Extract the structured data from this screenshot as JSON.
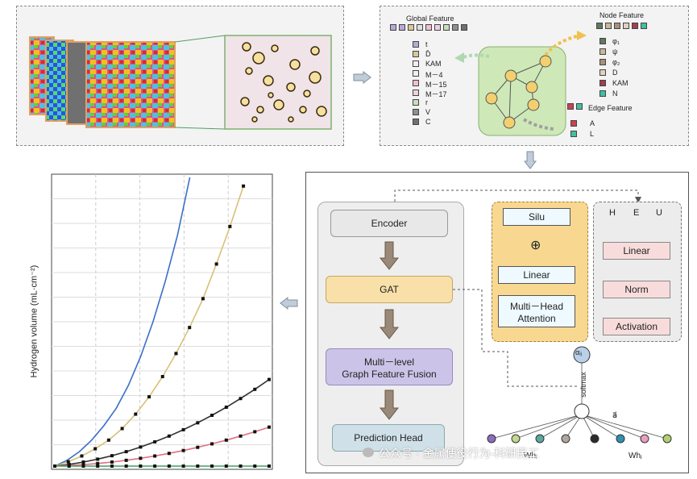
{
  "global_feature": {
    "title": "Global Feature",
    "items": [
      {
        "label": "t",
        "color": "#b8a8d8"
      },
      {
        "label": "D̄",
        "color": "#d8c898"
      },
      {
        "label": "KAM",
        "color": "#f0f0f0"
      },
      {
        "label": "M－4",
        "color": "#f0f0f0"
      },
      {
        "label": "M－15",
        "color": "#f0c0d0"
      },
      {
        "label": "M－17",
        "color": "#f0d0e0"
      },
      {
        "label": "r",
        "color": "#c8e0b8"
      },
      {
        "label": "V",
        "color": "#909090"
      },
      {
        "label": "C",
        "color": "#707070"
      }
    ]
  },
  "node_feature": {
    "title": "Node Feature",
    "items": [
      {
        "label": "φ₁",
        "color": "#607860"
      },
      {
        "label": "ψ",
        "color": "#c8b898"
      },
      {
        "label": "φ₂",
        "color": "#a89078"
      },
      {
        "label": "D",
        "color": "#e0d0c0"
      },
      {
        "label": "KAM",
        "color": "#a04050"
      },
      {
        "label": "N",
        "color": "#40c0a0"
      }
    ]
  },
  "edge_feature": {
    "title": "Edge Feature",
    "items": [
      {
        "label": "A",
        "color": "#d04050"
      },
      {
        "label": "L",
        "color": "#40c0a0"
      }
    ]
  },
  "chart": {
    "ylabel": "Hydrogen volume (mL·cm⁻²)"
  },
  "chart_data": {
    "type": "line",
    "ylabel": "Hydrogen volume (mL·cm⁻²)",
    "xlabel": "",
    "grid": true,
    "series": [
      {
        "color": "#3a6fc8",
        "markers": false,
        "values": [
          0,
          0.02,
          0.05,
          0.09,
          0.14,
          0.2,
          0.28,
          0.38,
          0.5,
          0.64,
          0.8,
          1.0
        ]
      },
      {
        "color": "#d8c078",
        "markers": true,
        "values": [
          0,
          0.015,
          0.035,
          0.06,
          0.09,
          0.13,
          0.18,
          0.24,
          0.31,
          0.39,
          0.48,
          0.58,
          0.7,
          0.83,
          0.97
        ]
      },
      {
        "color": "#303030",
        "markers": true,
        "values": [
          0,
          0.006,
          0.014,
          0.024,
          0.036,
          0.05,
          0.066,
          0.084,
          0.104,
          0.126,
          0.15,
          0.176,
          0.204,
          0.234,
          0.266,
          0.3
        ]
      },
      {
        "color": "#e07080",
        "markers": true,
        "values": [
          0,
          0.002,
          0.005,
          0.009,
          0.014,
          0.02,
          0.027,
          0.035,
          0.044,
          0.054,
          0.065,
          0.077,
          0.09,
          0.104,
          0.119,
          0.135
        ]
      },
      {
        "color": "#40a060",
        "markers": true,
        "values": [
          0,
          0,
          0,
          0,
          0,
          0,
          0,
          0,
          0,
          0,
          0,
          0,
          0,
          0,
          0,
          0
        ]
      }
    ]
  },
  "model": {
    "encoder": "Encoder",
    "gat": "GAT",
    "fusion_line1": "Multi－level",
    "fusion_line2": "Graph Feature Fusion",
    "head": "Prediction Head",
    "silu": "Silu",
    "plus": "⊕",
    "linear": "Linear",
    "mha_line1": "Multi－Head",
    "mha_line2": "Attention",
    "h": "H",
    "e": "E",
    "u": "U",
    "linear2": "Linear",
    "norm": "Norm",
    "activation": "Activation",
    "alpha": "αᵢⱼ",
    "softmax": "softmax",
    "a_vec": "a⃗",
    "whi": "Whᵢ",
    "whj": "Whⱼ"
  },
  "watermark": "公众号 · 金属使役行为-科研民工"
}
